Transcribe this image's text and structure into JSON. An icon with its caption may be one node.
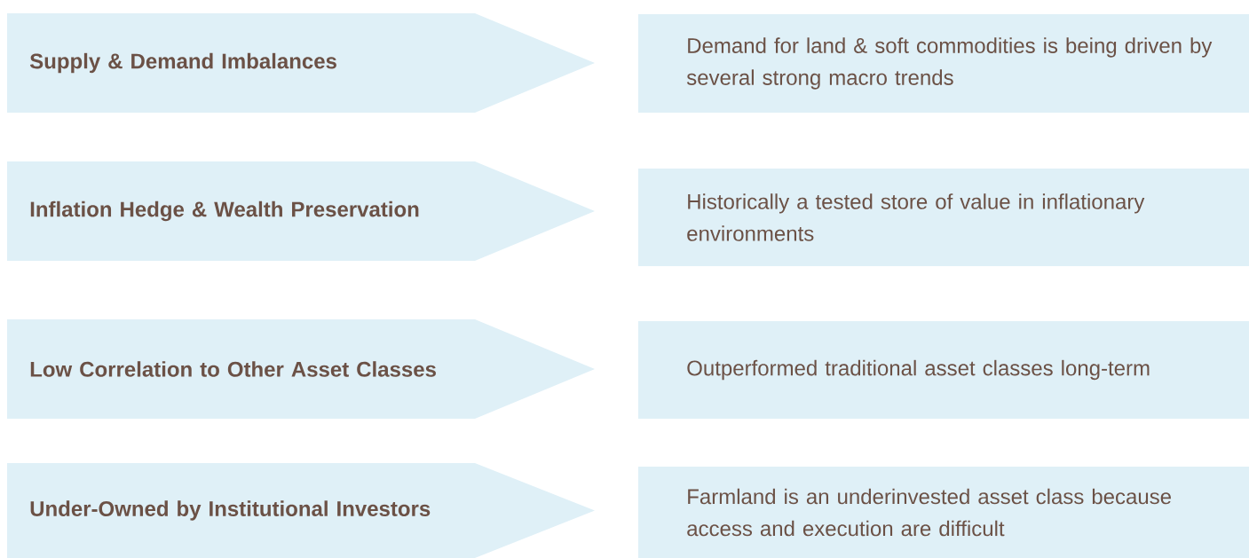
{
  "diagram": {
    "nodes": [
      {
        "text": [
          "Supply & Demand Imbalances"
        ]
      },
      {
        "text": [
          "Demand for land & soft commodities is being driven by several strong macro trends"
        ]
      },
      {
        "text": [
          "Inflation Hedge & Wealth Preservation"
        ]
      },
      {
        "text": [
          "Historically a tested store of value in inflationary environments"
        ]
      },
      {
        "text": [
          "Low Correlation to Other Asset Classes"
        ]
      },
      {
        "text": [
          "Outperformed traditional asset classes long-term"
        ]
      },
      {
        "text": [
          "Under-Owned by Institutional Investors"
        ]
      },
      {
        "text": [
          "Farmland is an underinvested asset class because access and execution are difficult"
        ]
      }
    ]
  }
}
